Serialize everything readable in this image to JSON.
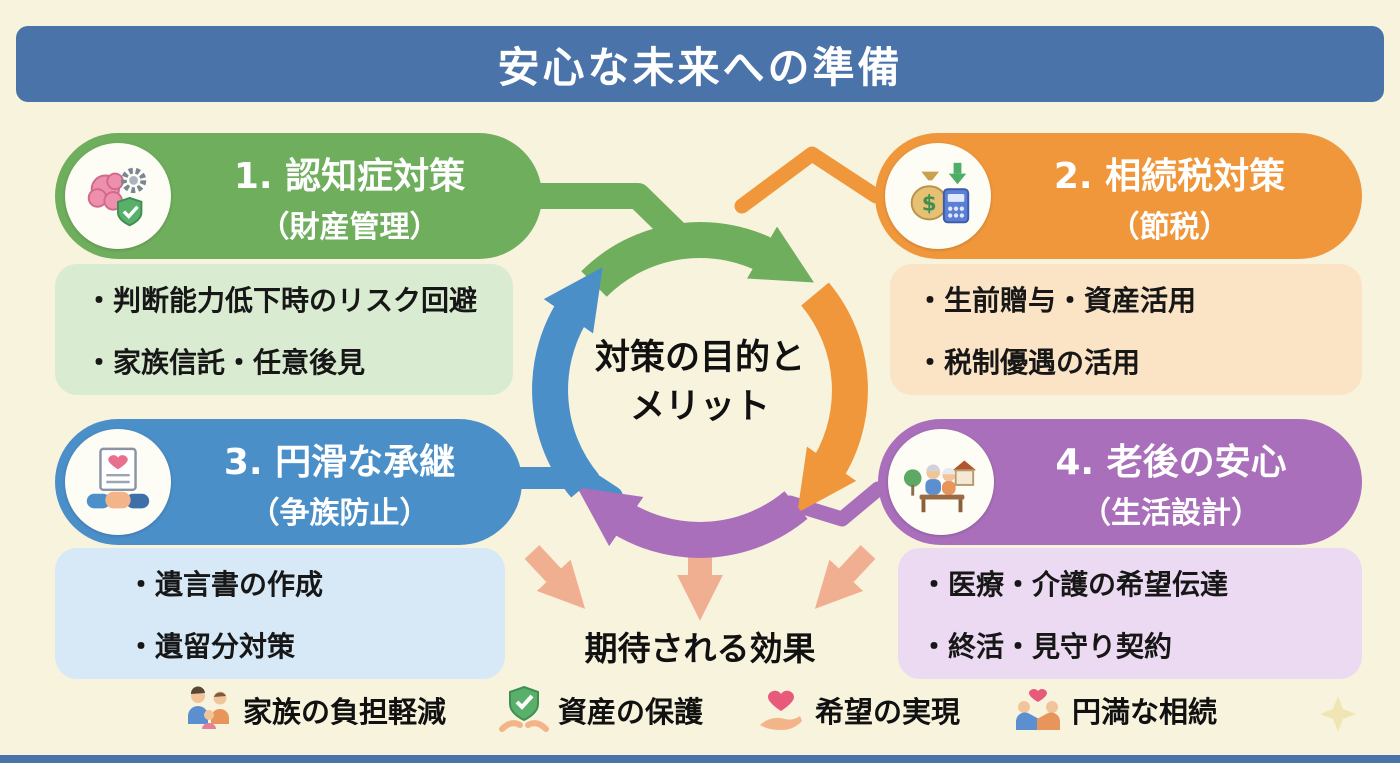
{
  "colors": {
    "background": "#f8f3dd",
    "banner": "#4a73a9",
    "green": "#6fae5d",
    "green_light": "#d9ecd1",
    "orange": "#f0973c",
    "orange_light": "#fbe4c5",
    "blue": "#4b8fc9",
    "blue_light": "#d7e9f6",
    "purple": "#a96fbb",
    "purple_light": "#ecdaf2",
    "effect_arrow": "#f1af92",
    "text": "#171717"
  },
  "banner": {
    "title": "安心な未来への準備"
  },
  "center": {
    "line1": "対策の目的と",
    "line2": "メリット"
  },
  "effects": {
    "label": "期待される効果"
  },
  "cards": [
    {
      "id": "dementia-measures",
      "title": "1. 認知症対策",
      "subtitle": "（財産管理）",
      "icon": "brain-gear-shield-icon",
      "bullets": [
        "・判断能力低下時のリスク回避",
        "・家族信託・任意後見"
      ]
    },
    {
      "id": "inheritance-tax-measures",
      "title": "2. 相続税対策",
      "subtitle": "（節税）",
      "icon": "money-bag-calculator-icon",
      "bullets": [
        "・生前贈与・資産活用",
        "・税制優遇の活用"
      ]
    },
    {
      "id": "smooth-succession",
      "title": "3. 円滑な承継",
      "subtitle": "（争族防止）",
      "icon": "contract-handshake-icon",
      "bullets": [
        "・遺言書の作成",
        "・遺留分対策"
      ]
    },
    {
      "id": "retirement-security",
      "title": "4. 老後の安心",
      "subtitle": "（生活設計）",
      "icon": "elderly-couple-bench-icon",
      "bullets": [
        "・医療・介護の希望伝達",
        "・終活・見守り契約"
      ]
    }
  ],
  "legend": [
    {
      "label": "家族の負担軽減",
      "icon": "family-icon"
    },
    {
      "label": "資産の保護",
      "icon": "shield-hands-icon"
    },
    {
      "label": "希望の実現",
      "icon": "heart-hand-icon"
    },
    {
      "label": "円満な相続",
      "icon": "people-handshake-icon"
    }
  ]
}
